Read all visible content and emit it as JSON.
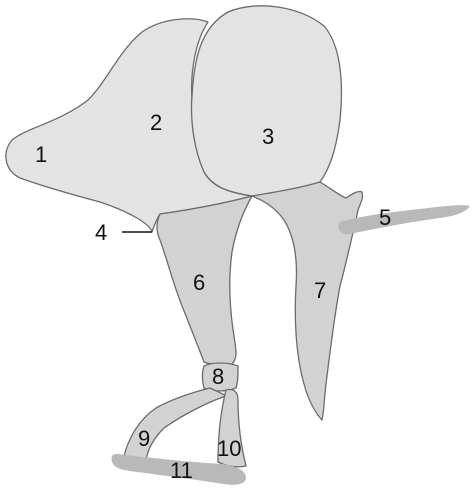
{
  "colors": {
    "background": "#ffffff",
    "light_region": "#e3e3e3",
    "mid_region": "#d2d2d2",
    "dark_region": "#b9b9b9",
    "outline": "#6b6b6b",
    "text": "#111111"
  },
  "labels": {
    "l1": "1",
    "l2": "2",
    "l3": "3",
    "l4": "4",
    "l5": "5",
    "l6": "6",
    "l7": "7",
    "l8": "8",
    "l9": "9",
    "l10": "10",
    "l11": "11"
  }
}
